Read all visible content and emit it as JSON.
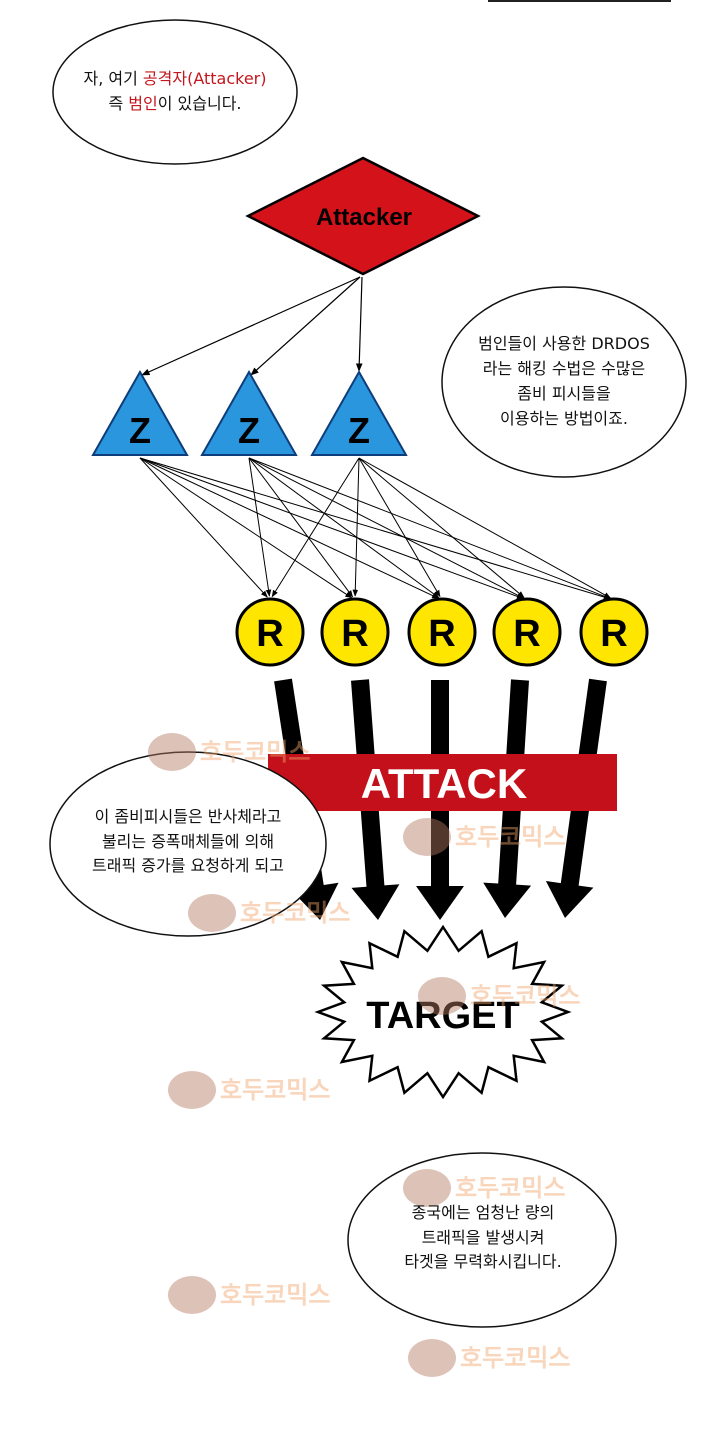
{
  "bubbles": {
    "intro": {
      "l1_a": "자, 여기 ",
      "l1_hl": "공격자(Attacker)",
      "l2_a": "즉 ",
      "l2_hl": "범인",
      "l2_b": "이 있습니다."
    },
    "drdos": [
      "범인들이 사용한 DRDOS",
      "라는 해킹 수법은 수많은",
      "좀비 피시들을",
      "이용하는 방법이죠."
    ],
    "reflect": [
      "이 좀비피시들은 반사체라고",
      "불리는 증폭매체들에 의해",
      "트래픽 증가를 요청하게 되고"
    ],
    "end": [
      "종국에는 엄청난 량의",
      "트래픽을 발생시켜",
      "타겟을 무력화시킵니다."
    ]
  },
  "diagram": {
    "attacker_label": "Attacker",
    "zombie_label": "Z",
    "reflector_label": "R",
    "attack_label": "ATTACK",
    "target_label": "TARGET",
    "colors": {
      "attacker": "#d4121a",
      "zombie": "#2a96de",
      "reflector": "#ffe600",
      "attack_band": "#c4101a",
      "target": "#ffffff"
    }
  },
  "watermark": {
    "text": "호두코믹스"
  }
}
